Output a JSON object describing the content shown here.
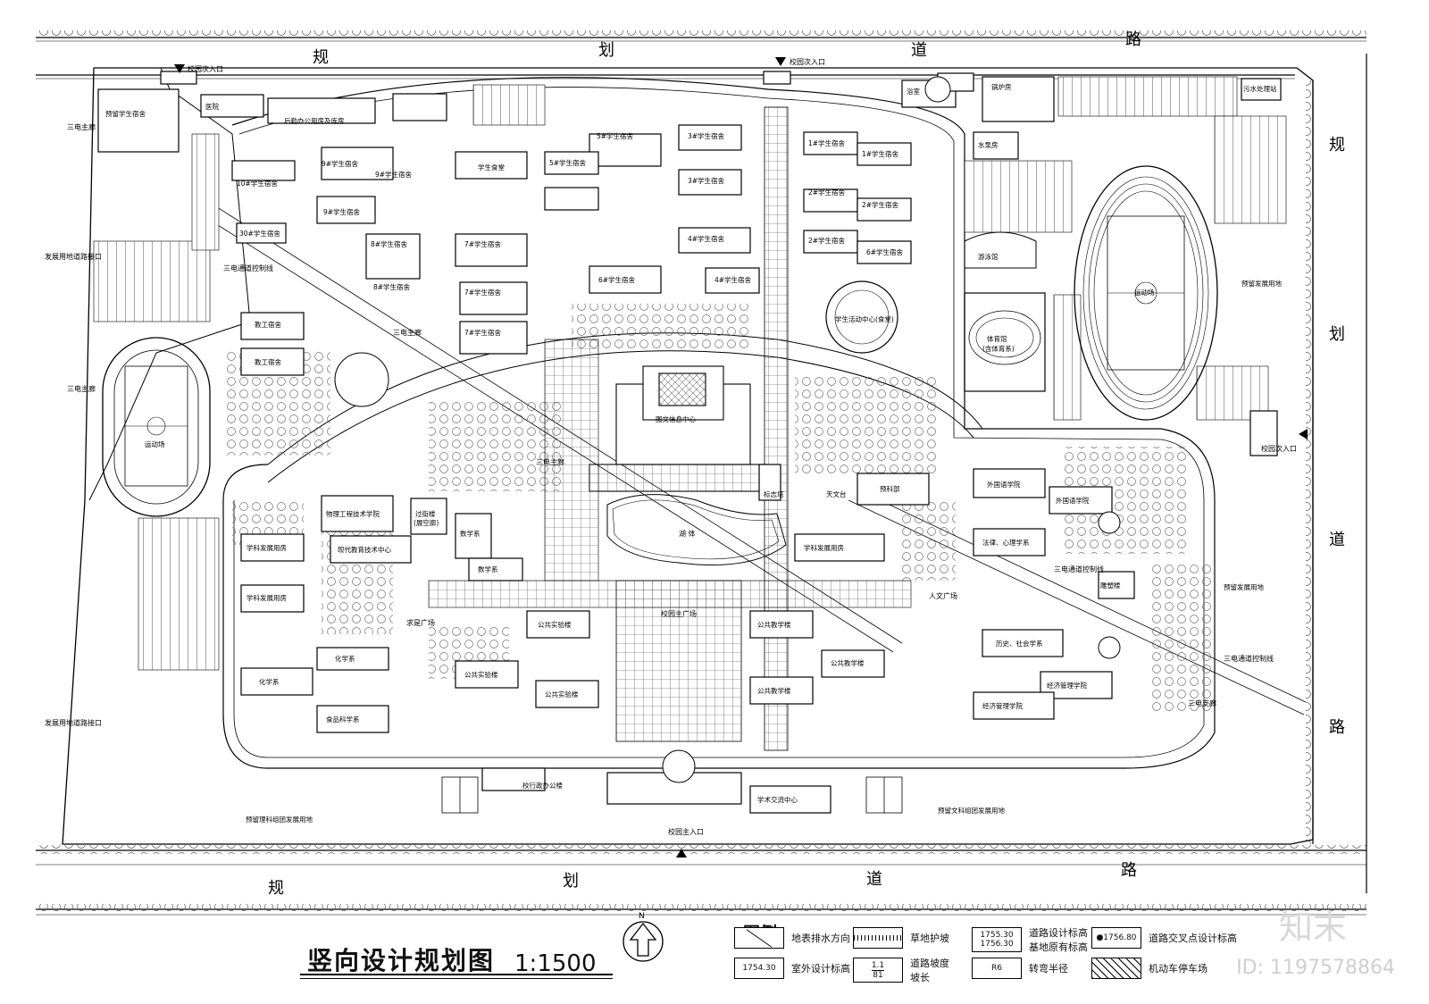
{
  "title": {
    "main": "竖向设计规划图",
    "scale": "1:1500"
  },
  "north": "N",
  "roads": {
    "top_chars": [
      "规",
      "划",
      "道",
      "路"
    ],
    "bottom_chars": [
      "规",
      "划",
      "道",
      "路"
    ],
    "right_chars": [
      "规",
      "划",
      "道",
      "路"
    ]
  },
  "entrances": {
    "west_secondary": "校园次入口",
    "north_secondary": "校园次入口",
    "east_secondary": "校园次入口",
    "main": "校园主入口"
  },
  "buildings": {
    "reserve_dorm": "预留学生宿舍",
    "hospital": "医院",
    "logistics": "后勤办公用房及库房",
    "bathhouse": "浴室",
    "boiler": "锅炉房",
    "sewage": "污水处理站",
    "pump": "水泵房",
    "dorm_10": "10#学生宿舍",
    "dorm_9a": "9#学生宿舍",
    "dorm_9b": "9#学生宿舍",
    "dorm_9c": "9#学生宿舍",
    "dorm_30": "30#学生宿舍",
    "student_canteen": "学生食堂",
    "dorm_5a": "5#学生宿舍",
    "dorm_5b": "5#学生宿舍",
    "dorm_3a": "3#学生宿舍",
    "dorm_3b": "3#学生宿舍",
    "dorm_1a": "1#学生宿舍",
    "dorm_1b": "1#学生宿舍",
    "dorm_2a": "2#学生宿舍",
    "dorm_2b": "2#学生宿舍",
    "dorm_2c": "2#学生宿舍",
    "dorm_8a": "8#学生宿舍",
    "dorm_8b": "8#学生宿舍",
    "dorm_7a": "7#学生宿舍",
    "dorm_7b": "7#学生宿舍",
    "dorm_7c": "7#学生宿舍",
    "dorm_4a": "4#学生宿舍",
    "dorm_4b": "4#学生宿舍",
    "dorm_6a": "6#学生宿舍",
    "dorm_6b": "6#学生宿舍",
    "gym_hall": "游泳馆",
    "staff_dorm_a": "教工宿舍",
    "staff_dorm_b": "教工宿舍",
    "student_center": "学生活动中心(食堂)",
    "sports_hall": "体育馆",
    "sports_hall_sub": "(含体育系)",
    "library": "图文信息中心",
    "stadium_east": "运动场",
    "stadium_west": "运动场",
    "physics": "物理工程技术学院",
    "transition": "过街楼",
    "transition_sub": "(展空廊)",
    "math_a": "数学系",
    "math_b": "数学系",
    "modern_edu": "现代教育技术中心",
    "discipline_1": "学科发展用房",
    "discipline_2": "学科发展用房",
    "discipline_3": "学科发展用房",
    "chemistry_a": "化学系",
    "chemistry_b": "化学系",
    "food_science": "食品科学系",
    "public_lab_a": "公共实验楼",
    "public_lab_b": "公共实验楼",
    "public_lab_c": "公共实验楼",
    "public_teach_a": "公共教学楼",
    "public_teach_b": "公共教学楼",
    "public_teach_c": "公共教学楼",
    "preparatory": "预科部",
    "foreign_lang_a": "外国语学院",
    "foreign_lang_b": "外国语学院",
    "law_psych": "法律、心理学系",
    "history_social": "历史、社会学系",
    "economics_a": "经济管理学院",
    "economics_b": "经济管理学院",
    "admin": "校行政办公楼",
    "academic_exchange": "学术交流中心",
    "sculpture": "雕塑楼",
    "landmark": "标志塔",
    "planetarium": "天文台",
    "reserve_east": "预留发展用地",
    "reserve_east_b": "预留发展用地",
    "reserve_science": "预留理科组团发展用地",
    "reserve_arts": "预留文科组团发展用地"
  },
  "spaces": {
    "lake": "湖 体",
    "main_square": "校园主广场",
    "humanities_square": "人文广场",
    "science_square": "求是广场",
    "power_line_1": "三电主廊",
    "power_line_2": "三电主廊",
    "power_line_3": "三电主廊",
    "power_line_4": "三电支廊",
    "power_line_5": "三电主廊",
    "power_control_1": "三电通道控制线",
    "power_control_2": "三电通道控制线",
    "power_control_3": "三电通道控制线",
    "west_note": "发展用地道路接口",
    "west_note_2": "发展用地道路接口"
  },
  "legend": {
    "heading": "图例",
    "items": [
      {
        "symbol": "",
        "label": "地表排水方向"
      },
      {
        "symbol": "",
        "label": "草地护坡"
      },
      {
        "symbol": "1755.30|1756.30",
        "label": "道路设计标高 基地原有标高"
      },
      {
        "symbol": "●1756.80",
        "label": "道路交叉点设计标高"
      },
      {
        "symbol": "1754.30",
        "label": "室外设计标高"
      },
      {
        "symbol": "1.1|81",
        "label": "道路坡度 坡长"
      },
      {
        "symbol": "R6",
        "label": "转弯半径"
      },
      {
        "symbol": "",
        "label": "机动车停车场"
      }
    ]
  },
  "watermark": {
    "logo": "知末",
    "id": "ID: 1197578864"
  }
}
